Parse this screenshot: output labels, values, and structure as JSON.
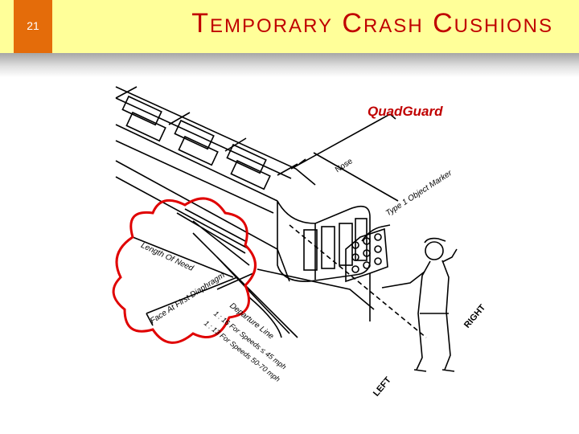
{
  "slide": {
    "number": "21",
    "title": "Temporary Crash Cushions"
  },
  "diagram": {
    "brand": "QuadGuard",
    "labels": {
      "nose": "Nose",
      "object_marker": "Type 1 Object Marker",
      "length_of_need": "Length Of Need",
      "face_first_diaphragm": "Face At First Diaphragm",
      "departure_line": "Departure Line",
      "ratio_low_speed": "1 : 16 For Speeds ≤ 45 mph",
      "ratio_high_speed": "1 : 13 For Speeds 50-70 mph",
      "right": "RIGHT",
      "left": "LEFT"
    },
    "colors": {
      "cloud": "#e00000",
      "brand": "#c00000",
      "title": "#c00000",
      "badge": "#e46c0a",
      "header": "#ffff99"
    }
  }
}
